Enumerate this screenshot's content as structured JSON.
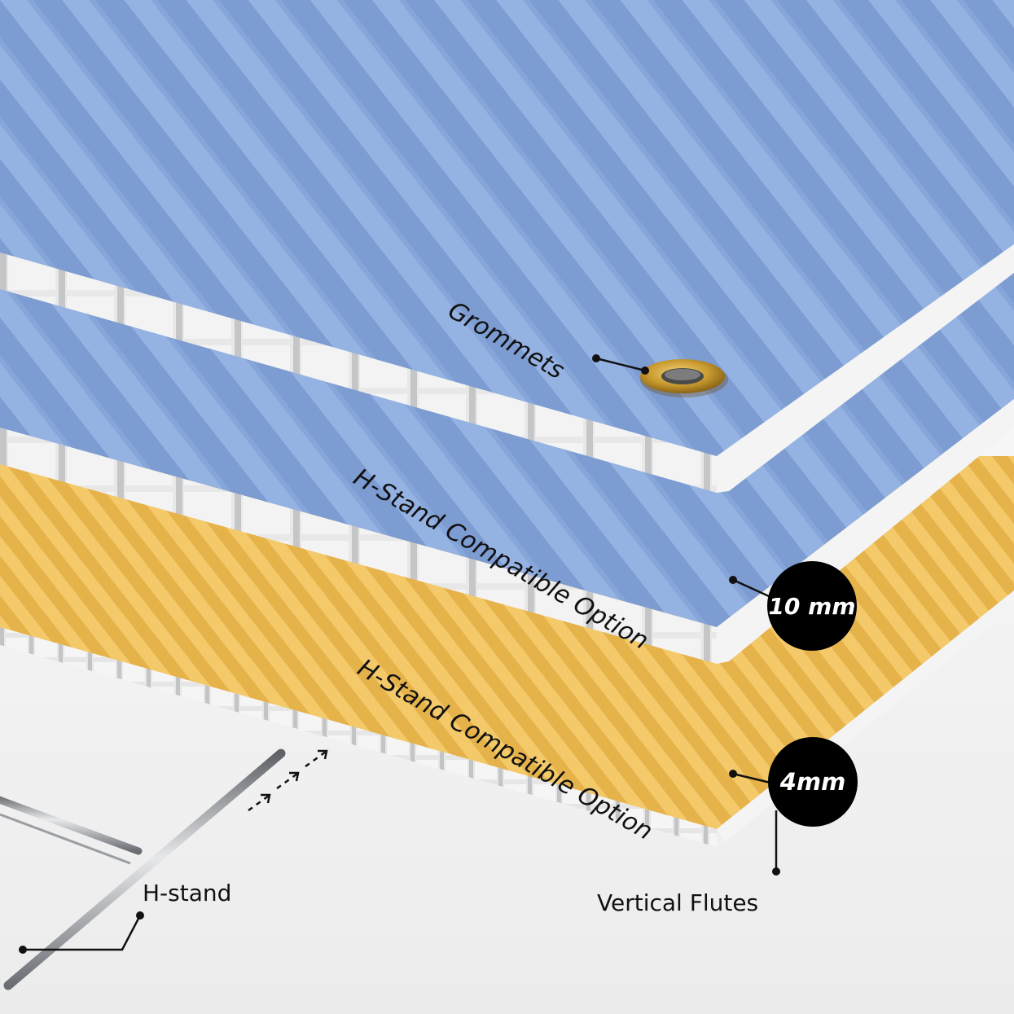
{
  "labels": {
    "grommets": "Grommets",
    "hstand_option_top": "H-Stand Compatible Option",
    "hstand_option_bottom": "H-Stand Compatible Option",
    "hstand": "H-stand",
    "vertical_flutes": "Vertical Flutes"
  },
  "badges": {
    "thick": "10 mm",
    "thin": "4mm"
  },
  "colors": {
    "blue_sheet": "#7f9fd4",
    "blue_stripe_light": "#93b1e0",
    "yellow_sheet": "#e9b84f",
    "yellow_stripe_light": "#f2c766",
    "core_white": "#f2f2f2",
    "core_shadow": "#c9cbcc",
    "grommet_gold": "#c99a2e",
    "badge_bg": "#000000"
  },
  "icons": {
    "grommet": "grommet-icon",
    "arrows": "arrow-up-right-icon"
  }
}
